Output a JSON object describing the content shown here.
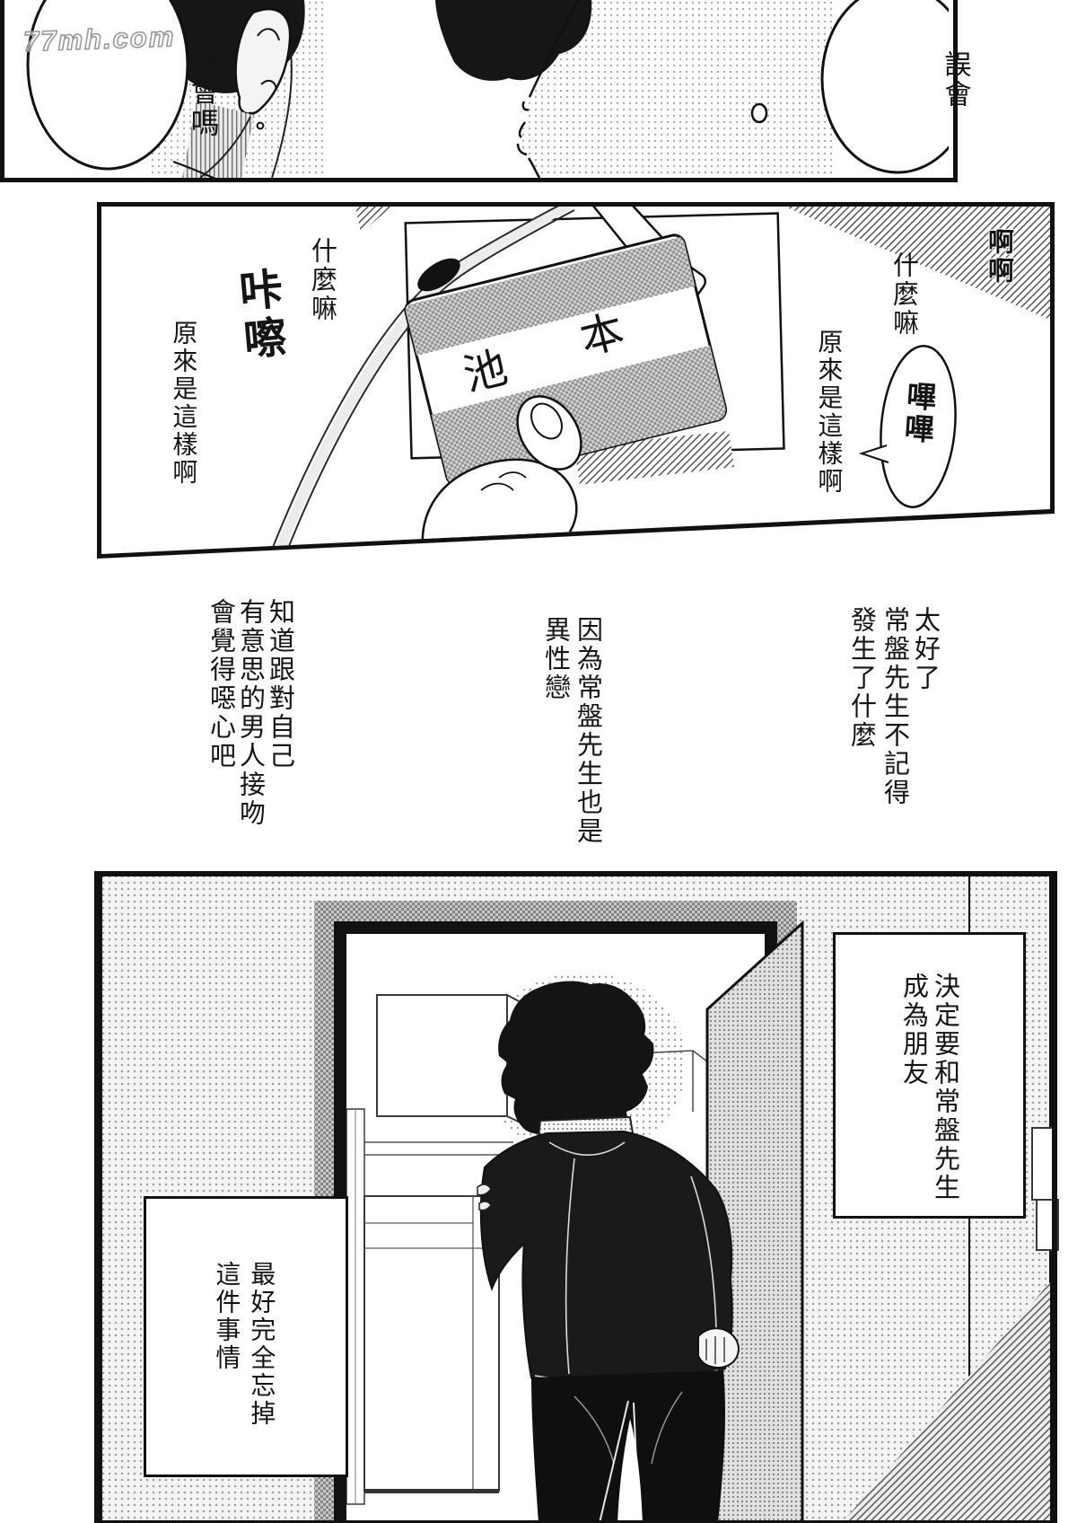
{
  "page": {
    "watermark": "77mh.com",
    "ink": "#1a1a1a",
    "tone_gray": "#a8a8a8",
    "paper": "#ffffff"
  },
  "panel_top": {
    "bubble_left": "誤會嗎",
    "bubble_right": "誤會"
  },
  "panel_badge": {
    "sfx_right_corner": "啊啊",
    "caption_right_1": "什麼嘛",
    "caption_right_2": "原來是這樣啊",
    "bubble_sfx": "嗶嗶",
    "caption_left_1": "什麼嘛",
    "sfx_left": "咔嚓",
    "caption_left_2": "原來是這樣啊",
    "card_name_1": "池",
    "card_name_2": "本"
  },
  "narration": {
    "right": [
      "太好了",
      "常盤先生不記得",
      "發生了什麼"
    ],
    "middle": [
      "因為常盤先生也是",
      "異性戀"
    ],
    "left": [
      "知道跟對自己",
      "有意思的男人接吻",
      "會覺得噁心吧"
    ]
  },
  "panel_kitchen": {
    "caption_box_right": [
      "決定要和常盤先生",
      "成為朋友"
    ],
    "caption_box_left": [
      "最好完全忘掉",
      "這件事情"
    ]
  }
}
